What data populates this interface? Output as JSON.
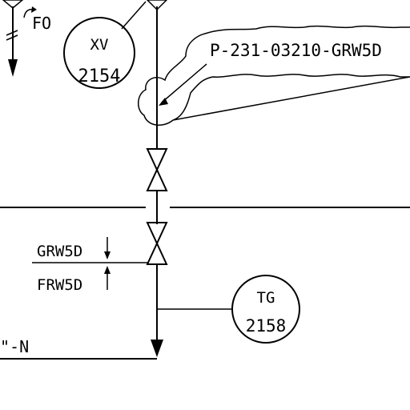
{
  "diagram": {
    "labels": {
      "fail_open": "FO",
      "line_number": "P-231-03210-GRW5D",
      "spec_break_upper": "GRW5D",
      "spec_break_lower": "FRW5D",
      "line_end": "\"-N"
    },
    "instruments": [
      {
        "tag_type": "XV",
        "tag_number": "2154"
      },
      {
        "tag_type": "TG",
        "tag_number": "2158"
      }
    ]
  }
}
